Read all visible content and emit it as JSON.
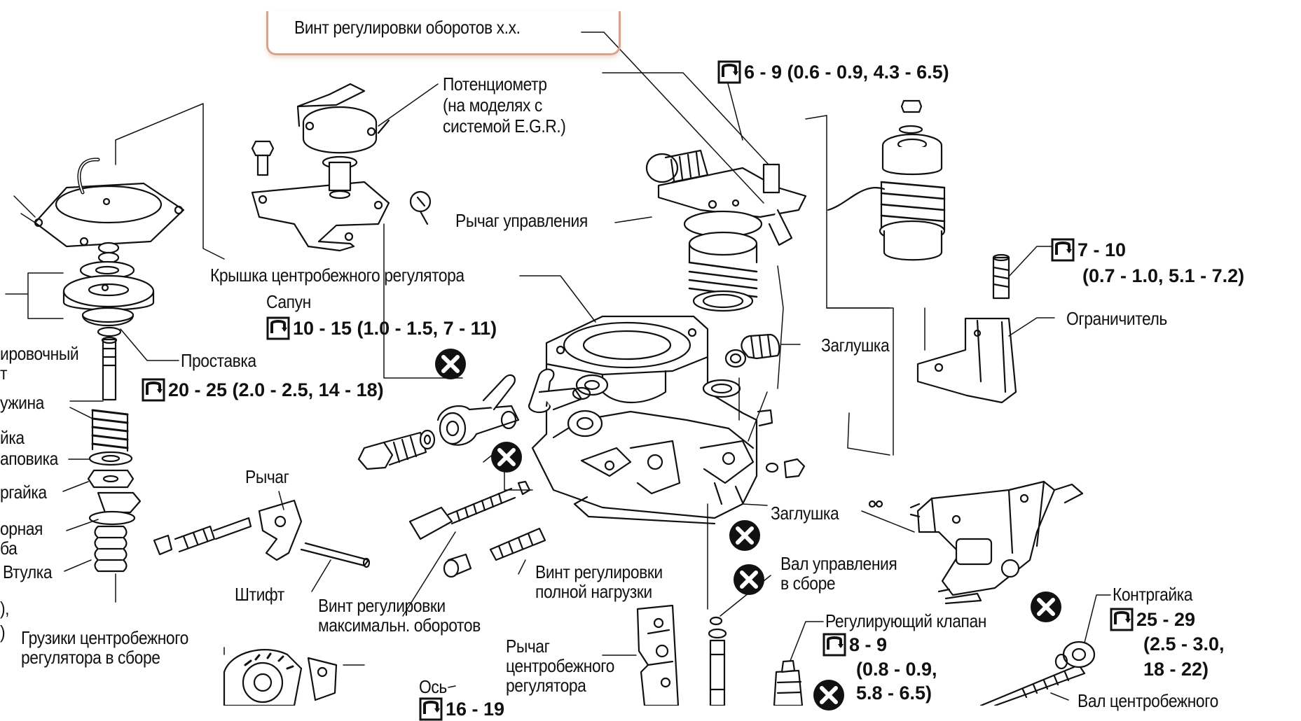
{
  "labels": {
    "idle_screw": "Винт регулировки оборотов х.х.",
    "pot_1": "Потенциометр",
    "pot_2": "(на моделях с",
    "pot_3": "системой E.G.R.)",
    "control_lever": "Рычаг управления",
    "governor_cover": "Крышка центробежного регулятора",
    "breather": "Сапун",
    "spacer": "Проставка",
    "adj_bolt_1": "ировочный",
    "adj_bolt_2": "т",
    "spring": "ужина",
    "washer_1": "йка",
    "washer_2": "аповика",
    "locknut_left": "ргайка",
    "support_1": "орная",
    "support_2": "ба",
    "sleeve": "Втулка",
    "lever": "Рычаг",
    "pin": "Штифт",
    "max_speed_1": "Винт регулировки",
    "max_speed_2": "максимальн. оборотов",
    "full_load_1": "Винт регулировки",
    "full_load_2": "полной нагрузки",
    "plug_top": "Заглушка",
    "plug_bottom": "Заглушка",
    "limiter": "Ограничитель",
    "control_shaft_1": "Вал управления",
    "control_shaft_2": "в сборе",
    "reg_valve": "Регулирующий клапан",
    "locknut_right": "Контргайка",
    "weights_1": "Грузики центробежного",
    "weights_2": "регулятора в сборе",
    "axis": "Ось",
    "gov_lever_1": "Рычаг",
    "gov_lever_2": "центробежного",
    "gov_lever_3": "регулятора",
    "gov_shaft": "Вал центробежного",
    "edge_frag_1": "),",
    "edge_frag_2": ")"
  },
  "torques": {
    "t_top": "6 - 9 (0.6 - 0.9, 4.3 - 6.5)",
    "t_limiter_1": "7 - 10",
    "t_limiter_2": "(0.7 - 1.0, 5.1 - 7.2)",
    "t_breather": "10 - 15 (1.0 - 1.5, 7 - 11)",
    "t_spacer": "20 - 25 (2.0 - 2.5, 14 - 18)",
    "t_valve_1": "8 - 9",
    "t_valve_2": "(0.8 - 0.9,",
    "t_valve_3": "5.8 - 6.5)",
    "t_locknut_1": "25 - 29",
    "t_locknut_2": "(2.5 - 3.0,",
    "t_locknut_3": "18 - 22)",
    "t_axis": "16 - 19"
  },
  "colors": {
    "highlight": "#d9a38a",
    "ink": "#111111"
  },
  "icons": [
    "wrench-torque-icon",
    "x-circle-replace-icon"
  ]
}
